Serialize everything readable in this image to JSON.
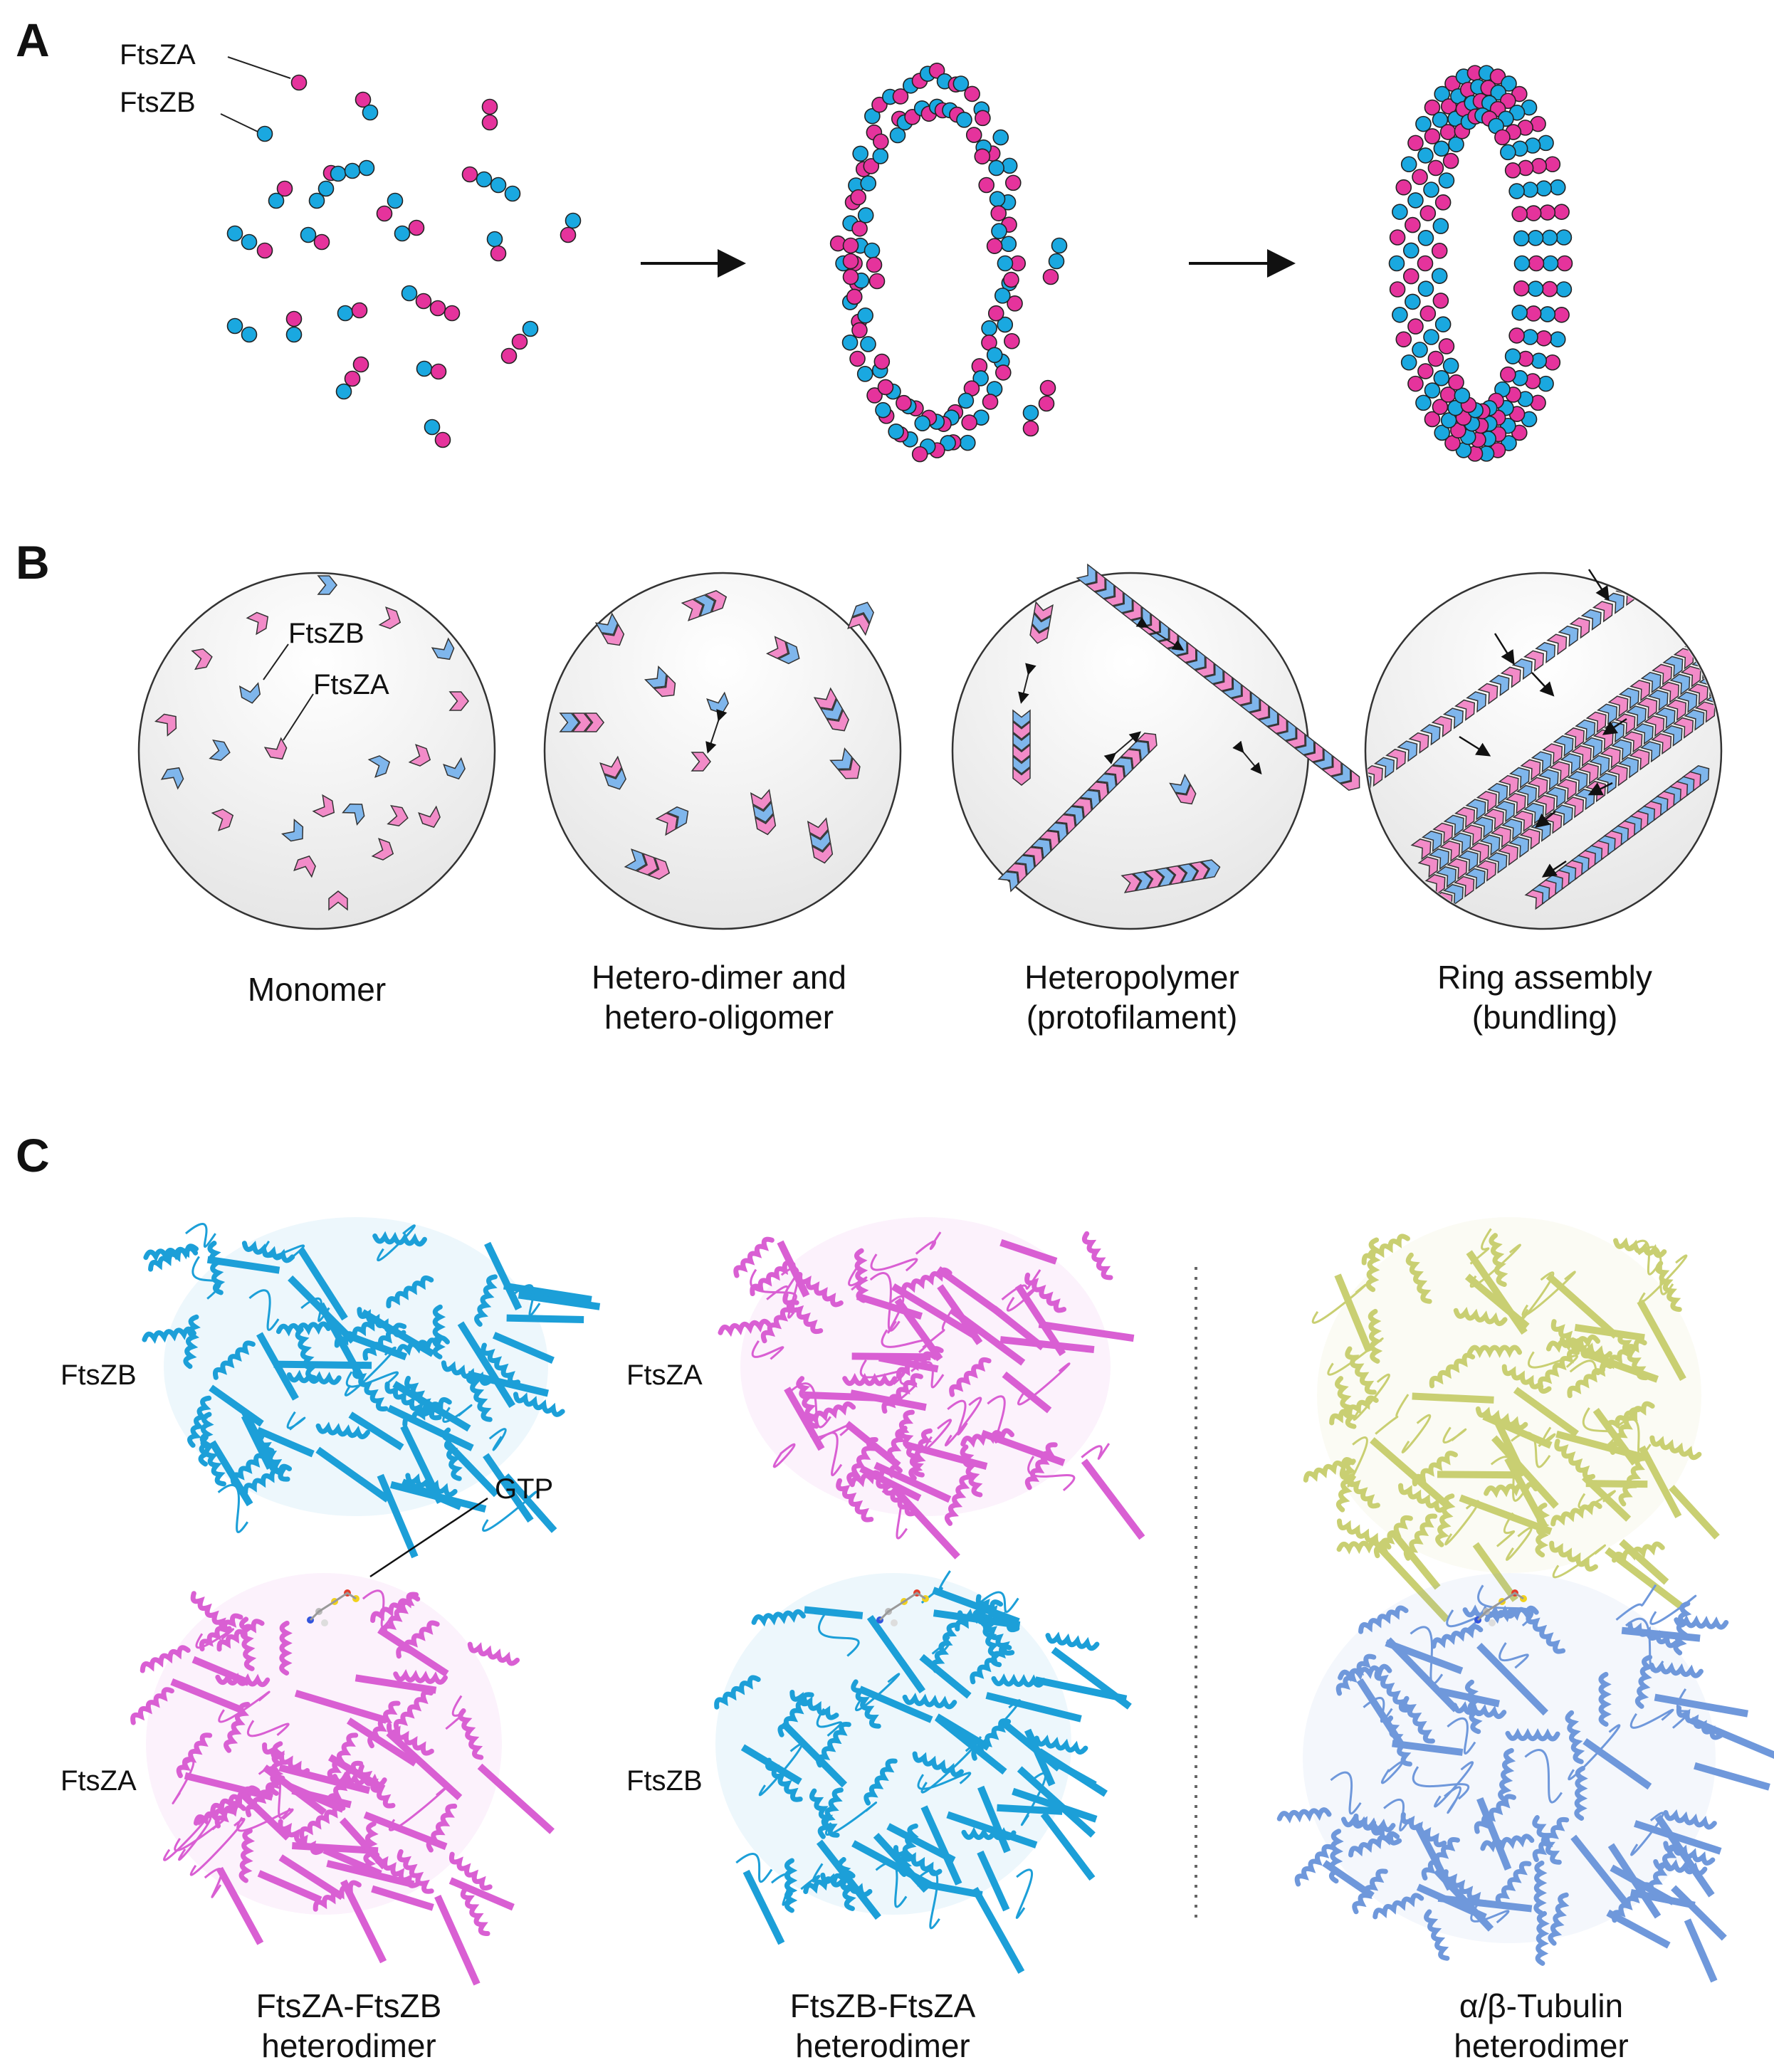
{
  "colors": {
    "ftsza": "#e5339c",
    "ftszb": "#1aa8e0",
    "ftsza_light": "#f28bc8",
    "ftszb_light": "#7fb6ec",
    "ftsza_ribbon": "#d95fd3",
    "ftszb_ribbon": "#1c9fd8",
    "alpha_tubulin": "#c9cf72",
    "beta_tubulin": "#6f98db",
    "circle_fill": "#efefef",
    "outline": "#333333"
  },
  "panel_a": {
    "letter": "A",
    "label_ftsza": "FtsZA",
    "label_ftszb": "FtsZB"
  },
  "panel_b": {
    "letter": "B",
    "label_ftszb": "FtsZB",
    "label_ftsza": "FtsZA",
    "captions": [
      {
        "line1": "Monomer",
        "line2": ""
      },
      {
        "line1": "Hetero-dimer and",
        "line2": "hetero-oligomer"
      },
      {
        "line1": "Heteropolymer",
        "line2": "(protofilament)"
      },
      {
        "line1": "Ring assembly",
        "line2": "(bundling)"
      }
    ]
  },
  "panel_c": {
    "letter": "C",
    "gtp_label": "GTP",
    "left_top_label": "FtsZB",
    "left_bottom_label": "FtsZA",
    "middle_top_label": "FtsZA",
    "middle_bottom_label": "FtsZB",
    "captions": [
      {
        "line1": "FtsZA-FtsZB",
        "line2": "heterodimer"
      },
      {
        "line1": "FtsZB-FtsZA",
        "line2": "heterodimer"
      },
      {
        "line1": "α/β-Tubulin",
        "line2": "heterodimer"
      }
    ]
  }
}
